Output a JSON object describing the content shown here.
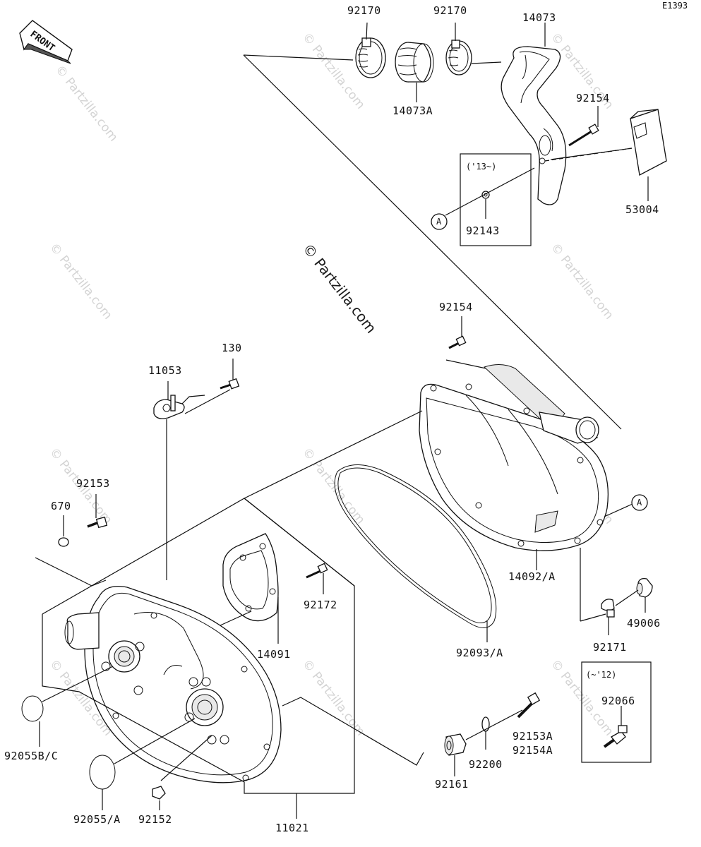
{
  "diagram_code": "E1393",
  "front_label": "FRONT",
  "main_watermark": "© Partzilla.com",
  "faint_watermark": "© Partzilla.com",
  "callout_letter": "A",
  "groups": {
    "from_13": "('13~)",
    "to_12": "(~'12)"
  },
  "parts": {
    "p92170_a": "92170",
    "p92170_b": "92170",
    "p14073": "14073",
    "p14073A": "14073A",
    "p92154_top": "92154",
    "p53004": "53004",
    "p92143": "92143",
    "p92154_mid": "92154",
    "p130": "130",
    "p11053": "11053",
    "p92153": "92153",
    "p670": "670",
    "p92172": "92172",
    "p14091": "14091",
    "p14092": "14092/A",
    "p92093": "92093/A",
    "p49006": "49006",
    "p92171": "92171",
    "p92066": "92066",
    "p92153A": "92153A",
    "p92154A": "92154A",
    "p92200": "92200",
    "p92161": "92161",
    "p92055BC": "92055B/C",
    "p92055A": "92055/A",
    "p92152": "92152",
    "p11021": "11021"
  }
}
